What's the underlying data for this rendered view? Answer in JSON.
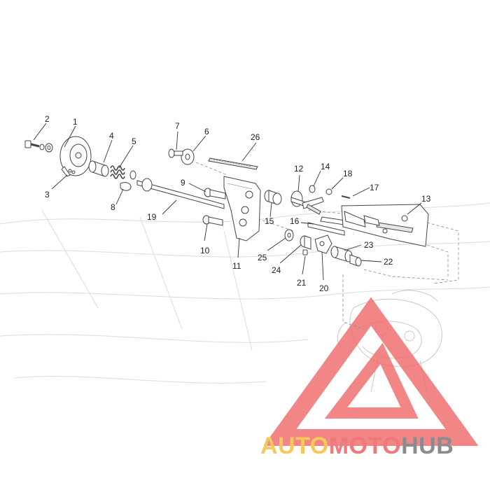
{
  "callouts": {
    "c1": "1",
    "c2": "2",
    "c3": "3",
    "c4": "4",
    "c5": "5",
    "c6": "6",
    "c7": "7",
    "c8": "8",
    "c9": "9",
    "c10": "10",
    "c11": "11",
    "c12": "12",
    "c13": "13",
    "c14": "14",
    "c15": "15",
    "c16": "16",
    "c17": "17",
    "c18": "18",
    "c19": "19",
    "c20": "20",
    "c21": "21",
    "c22": "22",
    "c23": "23",
    "c24": "24",
    "c25": "25",
    "c26": "26"
  },
  "watermark": {
    "part1": "AUTO",
    "part2": "MOTO",
    "part3": "HUB",
    "colors": {
      "auto": "#f5c85c",
      "moto": "#f07a7a",
      "hub": "#8c8c8c",
      "triangle": "#f07070"
    }
  }
}
